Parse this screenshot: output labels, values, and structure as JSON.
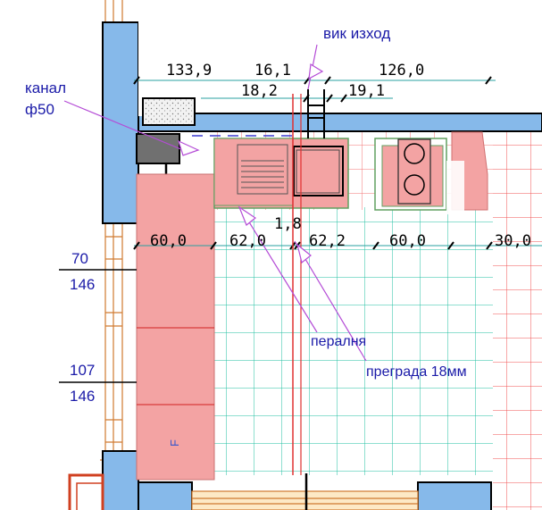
{
  "colors": {
    "wall": "#86b9ea",
    "wall_outline": "#000000",
    "counter": "#f3a3a3",
    "grid_teal": "#1fbfa0",
    "grid_red": "#f05050",
    "dimline": "#2aa0a0",
    "leader": "#b44bd6",
    "label": "#1a1aa8"
  },
  "labels": {
    "vent_exit": "вик изход",
    "channel": "канал",
    "channel_diam": "ф50",
    "sink": "пералня",
    "partition": "преграда 18мм",
    "level_a_top": "70",
    "level_a_bot": "146",
    "level_b_top": "107",
    "level_b_bot": "146",
    "fridge_mark": "F"
  },
  "dims_top": {
    "d1": "133,9",
    "d2": "16,1",
    "d3": "126,0",
    "d4": "18,2",
    "d5": "19,1"
  },
  "dims_mid": {
    "m1": "60,0",
    "m2": "62,0",
    "m3": "1,8",
    "m4": "62,2",
    "m5": "60,0",
    "m6": "30,0"
  }
}
